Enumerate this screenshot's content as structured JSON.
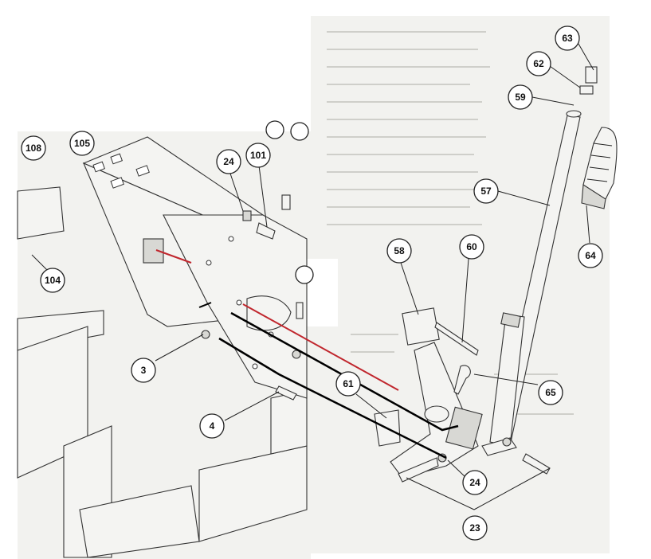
{
  "diagram": {
    "callouts": [
      {
        "id": "c108",
        "label": "108"
      },
      {
        "id": "c105",
        "label": "105"
      },
      {
        "id": "c24a",
        "label": "24"
      },
      {
        "id": "c101",
        "label": "101"
      },
      {
        "id": "c104",
        "label": "104"
      },
      {
        "id": "c3",
        "label": "3"
      },
      {
        "id": "c4",
        "label": "4"
      },
      {
        "id": "c63",
        "label": "63"
      },
      {
        "id": "c62",
        "label": "62"
      },
      {
        "id": "c59",
        "label": "59"
      },
      {
        "id": "c57",
        "label": "57"
      },
      {
        "id": "c64",
        "label": "64"
      },
      {
        "id": "c58",
        "label": "58"
      },
      {
        "id": "c60",
        "label": "60"
      },
      {
        "id": "c61",
        "label": "61"
      },
      {
        "id": "c65",
        "label": "65"
      },
      {
        "id": "c24b",
        "label": "24"
      },
      {
        "id": "c23",
        "label": "23"
      }
    ],
    "colors": {
      "red_connector": "#c0262d",
      "black_connector": "#000000"
    }
  }
}
